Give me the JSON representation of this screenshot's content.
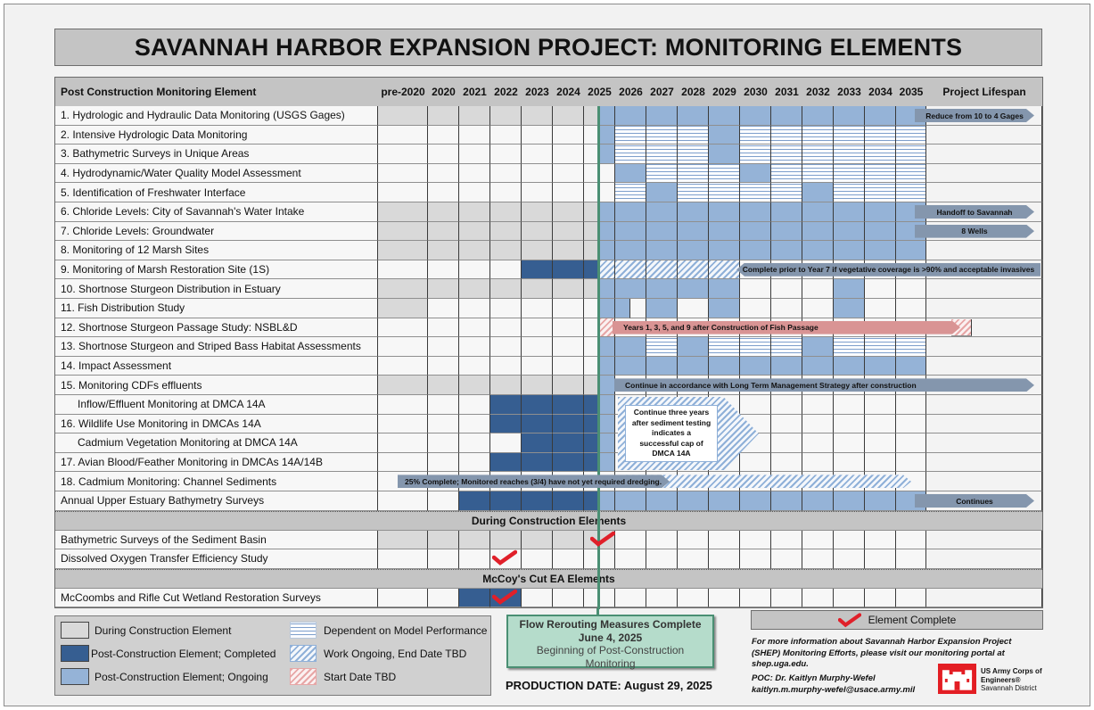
{
  "title": "SAVANNAH HARBOR EXPANSION PROJECT: MONITORING ELEMENTS",
  "header": {
    "element_col": "Post Construction Monitoring Element",
    "years": [
      "pre-2020",
      "2020",
      "2021",
      "2022",
      "2023",
      "2024",
      "2025",
      "2026",
      "2027",
      "2028",
      "2029",
      "2030",
      "2031",
      "2032",
      "2033",
      "2034",
      "2035"
    ],
    "lifespan": "Project Lifespan"
  },
  "colors": {
    "during_construction": "#d9d9d9",
    "post_completed": "#365e91",
    "post_ongoing": "#95b3d7",
    "marker_line": "#4a8f73",
    "check": "#e0202a",
    "arrow_gray": "#8496ad",
    "arrow_pink": "#d99494"
  },
  "rows": [
    {
      "label": "1. Hydrologic and Hydraulic Data Monitoring (USGS Gages)",
      "indent": false
    },
    {
      "label": "2. Intensive Hydrologic Data Monitoring",
      "indent": false
    },
    {
      "label": "3. Bathymetric Surveys in Unique Areas",
      "indent": false
    },
    {
      "label": "4. Hydrodynamic/Water Quality Model Assessment",
      "indent": false
    },
    {
      "label": "5. Identification of Freshwater Interface",
      "indent": false
    },
    {
      "label": "6. Chloride Levels: City of Savannah's Water Intake",
      "indent": false
    },
    {
      "label": "7. Chloride Levels: Groundwater",
      "indent": false
    },
    {
      "label": "8. Monitoring of 12 Marsh Sites",
      "indent": false
    },
    {
      "label": "9. Monitoring of Marsh Restoration Site (1S)",
      "indent": false
    },
    {
      "label": "10. Shortnose Sturgeon Distribution in Estuary",
      "indent": false
    },
    {
      "label": "11. Fish Distribution Study",
      "indent": false
    },
    {
      "label": "12. Shortnose Sturgeon Passage Study: NSBL&D",
      "indent": false
    },
    {
      "label": "13. Shortnose Sturgeon and Striped Bass Habitat Assessments",
      "indent": false
    },
    {
      "label": "14. Impact Assessment",
      "indent": false
    },
    {
      "label": "15. Monitoring CDFs effluents",
      "indent": false
    },
    {
      "label": "Inflow/Effluent Monitoring at DMCA 14A",
      "indent": true
    },
    {
      "label": "16. Wildlife Use Monitoring in DMCAs 14A",
      "indent": false
    },
    {
      "label": "Cadmium Vegetation Monitoring  at DMCA 14A",
      "indent": true
    },
    {
      "label": "17. Avian Blood/Feather Monitoring in DMCAs 14A/14B",
      "indent": false
    },
    {
      "label": "18. Cadmium Monitoring: Channel Sediments",
      "indent": false
    },
    {
      "label": "Annual Upper Estuary Bathymetry Surveys",
      "indent": false
    }
  ],
  "sections": {
    "during": "During Construction Elements",
    "mccoy": "McCoy's Cut EA Elements"
  },
  "during_rows": [
    {
      "label": "Bathymetric Surveys of the Sediment Basin"
    },
    {
      "label": "Dissolved Oxygen Transfer Efficiency Study"
    }
  ],
  "mccoy_rows": [
    {
      "label": "McCoombs and Rifle Cut Wetland Restoration Surveys"
    }
  ],
  "annotations": {
    "r1": "Reduce from 10 to 4 Gages",
    "r6": "Handoff to Savannah",
    "r7": "8 Wells",
    "r9": "Complete prior to Year 7 if vegetative coverage is >90% and acceptable invasives",
    "r12": "Years 1, 3, 5, and 9 after Construction of Fish Passage",
    "r15": "Continue in accordance with Long Term Management Strategy after construction",
    "dmca_callout": "Continue three years after sediment testing indicates a successful cap of DMCA 14A",
    "r18": "25% Complete; Monitored reaches (3/4) have not yet required dredging.",
    "r21": "Continues"
  },
  "legend": {
    "during": "During Construction Element",
    "completed": "Post-Construction Element; Completed",
    "ongoing": "Post-Construction Element; Ongoing",
    "dependent": "Dependent on Model Performance",
    "work_ongoing": "Work Ongoing, End Date TBD",
    "start_tbd": "Start Date TBD"
  },
  "flow_box": {
    "line1": "Flow Rerouting Measures Complete",
    "line2": "June 4, 2025",
    "line3": "Beginning of Post-Construction Monitoring"
  },
  "production_date": "PRODUCTION DATE: August 29, 2025",
  "element_complete": "Element Complete",
  "info_text": "For more information about Savannah Harbor Expansion Project (SHEP) Monitoring Efforts, please visit our monitoring portal at shep.uga.edu.",
  "poc": {
    "name": "POC: Dr. Kaitlyn Murphy-Wefel",
    "email": "kaitlyn.m.murphy-wefel@usace.army.mil"
  },
  "logo": {
    "line1": "US Army Corps of",
    "line2": "Engineers®",
    "line3": "Savannah District"
  },
  "chart_data": {
    "type": "table",
    "title": "SAVANNAH HARBOR EXPANSION PROJECT: MONITORING ELEMENTS",
    "columns": [
      "pre-2020",
      "2020",
      "2021",
      "2022",
      "2023",
      "2024",
      "2025",
      "2026",
      "2027",
      "2028",
      "2029",
      "2030",
      "2031",
      "2032",
      "2033",
      "2034",
      "2035",
      "Project Lifespan"
    ],
    "legend_codes": {
      "L": "During Construction Element",
      "D": "Post-Construction Element; Completed",
      "O": "Post-Construction Element; Ongoing",
      "P": "Dependent on Model Performance",
      "H": "Work Ongoing, End Date TBD",
      "R": "Start Date TBD",
      "W": "Blank",
      "C": "Element Complete (check)"
    },
    "marker": {
      "date": "June 4, 2025",
      "label": "Flow Rerouting Measures Complete"
    },
    "rows": [
      {
        "name": "1. Hydrologic and Hydraulic Data Monitoring (USGS Gages)",
        "cells": "L L L L L L L/O O O O O O O O O O",
        "lifespan": "Reduce from 10 to 4 Gages"
      },
      {
        "name": "2. Intensive Hydrologic Data Monitoring",
        "cells": "W W W W W W W/O P P P O P P P P P P"
      },
      {
        "name": "3. Bathymetric Surveys in Unique Areas",
        "cells": "W W W W W W W/O P P P O P P P P P P"
      },
      {
        "name": "4. Hydrodynamic/Water Quality Model Assessment",
        "cells": "W W W W W W W O P P P O P P P P P"
      },
      {
        "name": "5. Identification of Freshwater Interface",
        "cells": "W W W W W W W P O P P P P O P P P"
      },
      {
        "name": "6. Chloride Levels: City of Savannah's Water Intake",
        "cells": "L L L L L L L/O O O O O O O O O O",
        "lifespan": "Handoff to Savannah"
      },
      {
        "name": "7. Chloride Levels: Groundwater",
        "cells": "L L L L L L L/O O O O O O O O O O",
        "lifespan": "8 Wells"
      },
      {
        "name": "8. Monitoring of 12 Marsh Sites",
        "cells": "L L L L L L L/O O O O O O O O O O"
      },
      {
        "name": "9. Monitoring of Marsh Restoration Site (1S)",
        "cells": "W W W W D D D/H H H H H",
        "note": "Complete prior to Year 7 if vegetative coverage is >90% and acceptable invasives"
      },
      {
        "name": "10. Shortnose Sturgeon Distribution in Estuary",
        "cells": "L L L L L L L/O O O O O W W W O W W"
      },
      {
        "name": "11. Fish Distribution Study",
        "cells": "L W W W W W W/O O(half) O W O W W W O W W"
      },
      {
        "name": "12. Shortnose Sturgeon Passage Study: NSBL&D",
        "cells": "W W W W W W W/R R R R R R R R R R R R",
        "note": "Years 1, 3, 5, and 9 after Construction of Fish Passage"
      },
      {
        "name": "13. Shortnose Sturgeon and Striped Bass Habitat Assessments",
        "cells": "W W W W W W W/O O P O P P P O P P P"
      },
      {
        "name": "14. Impact Assessment",
        "cells": "W W W W W W W/O O O O O O O O O O O"
      },
      {
        "name": "15. Monitoring CDFs effluents",
        "cells": "L L L L L L L/O",
        "note": "Continue in accordance with Long Term Management Strategy after construction"
      },
      {
        "name": "Inflow/Effluent Monitoring at DMCA 14A",
        "cells": "W W W D D D D/O H H H H"
      },
      {
        "name": "16. Wildlife Use Monitoring in DMCAs 14A",
        "cells": "W W W D D D D/O H H H H"
      },
      {
        "name": "Cadmium Vegetation Monitoring  at DMCA 14A",
        "cells": "W W W W D D D/O H H H H"
      },
      {
        "name": "17. Avian Blood/Feather Monitoring in DMCAs 14A/14B",
        "cells": "W W W D D D D/O H H H H",
        "note": "Continue three years after sediment testing indicates a successful cap of DMCA 14A"
      },
      {
        "name": "18. Cadmium Monitoring: Channel Sediments",
        "cells": "H H H H H H H H H H H H H H H H H",
        "note": "25% Complete; Monitored reaches (3/4) have not yet required dredging."
      },
      {
        "name": "Annual Upper Estuary Bathymetry Surveys",
        "cells": "W W D D D D D/O O O O O O O O O O",
        "lifespan": "Continues"
      },
      {
        "section": "During Construction Elements"
      },
      {
        "name": "Bathymetric Surveys of the Sediment Basin",
        "cells": "L L L L L L L(C)"
      },
      {
        "name": "Dissolved Oxygen Transfer Efficiency Study",
        "cells": "W W W C W W W"
      },
      {
        "section": "McCoy's Cut EA Elements"
      },
      {
        "name": "McCoombs and Rifle Cut Wetland Restoration Surveys",
        "cells": "W W D D(C) W W W"
      }
    ]
  }
}
